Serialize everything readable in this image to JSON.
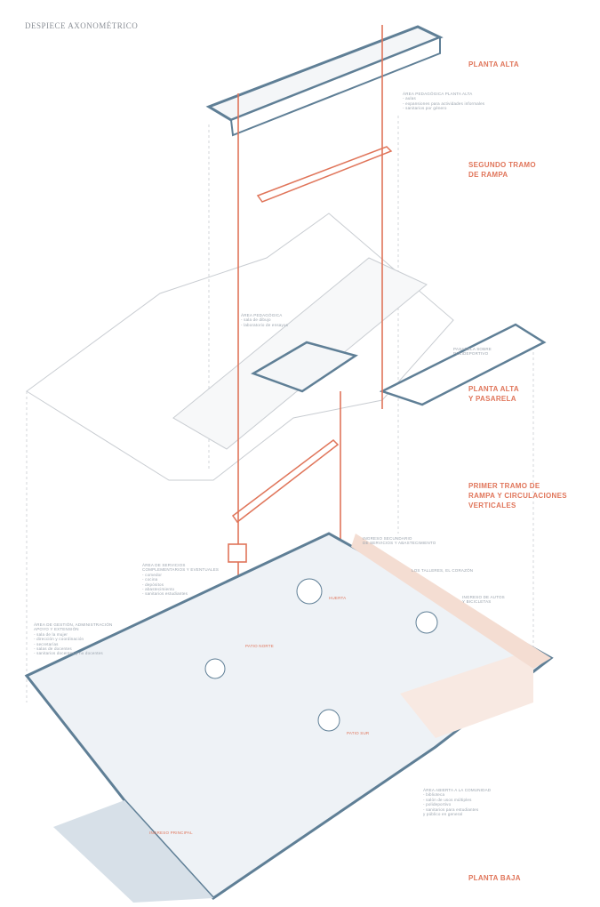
{
  "title": "DESPIECE AXONOMÉTRICO",
  "levels": {
    "planta_alta": "PLANTA ALTA",
    "segundo_tramo": [
      "SEGUNDO TRAMO",
      "DE RAMPA"
    ],
    "planta_alta_pasarela": [
      "PLANTA ALTA",
      "Y PASARELA"
    ],
    "primer_tramo": [
      "PRIMER TRAMO DE",
      "RAMPA Y CIRCULACIONES",
      "VERTICALES"
    ],
    "planta_baja": "PLANTA BAJA"
  },
  "notes": {
    "pedagogica_alta": [
      "ÁREA PEDAGÓGICA PLANTA ALTA",
      "- aulas",
      "- expansiones para actividades informales",
      "- sanitarios por género"
    ],
    "pedagogica": [
      "ÁREA PEDAGÓGICA",
      "- sala de dibujo",
      "- laboratorio de ensayos"
    ],
    "pasarela": [
      "PASARELA SOBRE",
      "POLIDEPORTIVO"
    ],
    "servicios": [
      "ÁREA DE SERVICIOS",
      "COMPLEMENTARIOS Y EVENTUALES",
      "- comedor",
      "- cocina",
      "- depósitos",
      "- abastecimiento",
      "- sanitarios estudiantes"
    ],
    "gestion": [
      "ÁREA DE GESTIÓN, ADMINISTRACIÓN",
      "APOYO Y EXTENSIÓN",
      "- sala de la mujer",
      "- dirección y coordinación",
      "- secretarías",
      "- salas de docentes",
      "- sanitarios docentes y no docentes"
    ],
    "ingreso_secundario": [
      "INGRESO SECUNDARIO",
      "DE SERVICIOS Y ABASTECIMIENTO"
    ],
    "talleres": [
      "LOS TALLERES, EL CORAZÓN"
    ],
    "ingreso_autos": [
      "INGRESO DE AUTOS",
      "Y BICICLETAS"
    ],
    "comunidad": [
      "ÁREA ABIERTA A LA COMUNIDAD",
      "- biblioteca",
      "- salón de usos múltiples",
      "- polideportivo",
      "- sanitarios para estudiantes",
      "y público en general"
    ]
  },
  "tags": {
    "patio_norte": "PATIO NORTE",
    "huerta": "HUERTA",
    "patio_sur": "PATIO SUR",
    "ingreso_principal": "INGRESO PRINCIPAL"
  },
  "colors": {
    "accent": "#e0755a",
    "wall": "#5f7f96",
    "ground": "#dde5ec",
    "line": "#c9cdd2"
  }
}
